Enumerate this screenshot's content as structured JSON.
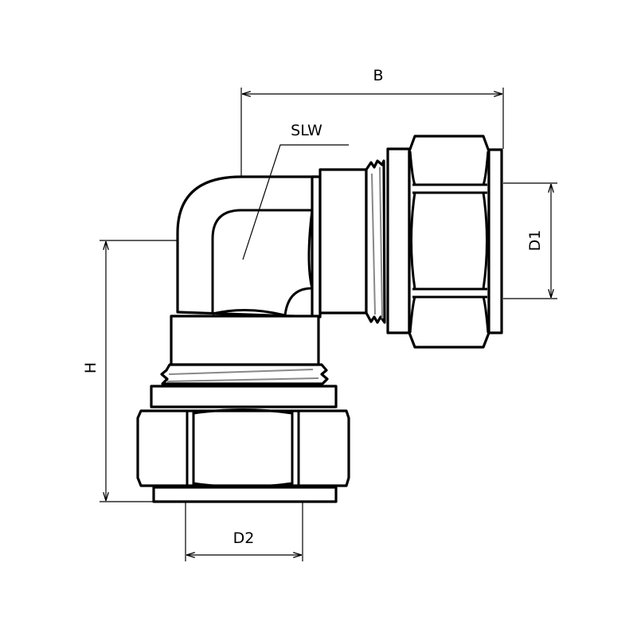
{
  "labels": {
    "b": "B",
    "slw": "SLW",
    "d1": "D1",
    "h": "H",
    "d2": "D2"
  },
  "colors": {
    "line": "#000000",
    "thread": "#888888",
    "background": "#ffffff"
  }
}
